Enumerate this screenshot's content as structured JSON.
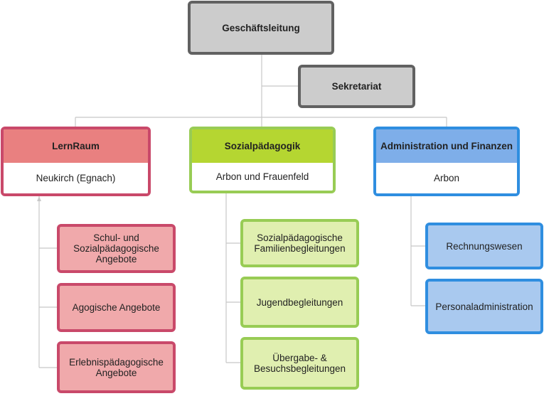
{
  "top": "Geschäftsleitung",
  "secretary": "Sekretariat",
  "departments": [
    {
      "title": "LernRaum",
      "location": "Neukirch (Egnach)",
      "units": [
        "Schul- und Sozialpädagogische Angebote",
        "Agogische Angebote",
        "Erlebnispädagogische Angebote"
      ]
    },
    {
      "title": "Sozialpädagogik",
      "location": "Arbon und Frauenfeld",
      "units": [
        "Sozialpädagogische Familienbegleitungen",
        "Jugendbegleitungen",
        "Übergabe- & Besuchsbegleitungen"
      ]
    },
    {
      "title": "Administration und Finanzen",
      "location": "Arbon",
      "units": [
        "Rechnungswesen",
        "Personaladministration"
      ]
    }
  ],
  "colors": {
    "grey_fill": "#cccccc",
    "grey_border": "#616161",
    "red_head": "#e98080",
    "red_border": "#c9496a",
    "red_sub": "#f0a9ab",
    "green_head": "#b5d631",
    "green_border": "#98cc55",
    "green_sub": "#e0efb0",
    "blue_head": "#7eaee9",
    "blue_border": "#2f8ee0",
    "blue_sub": "#a9c9ef"
  }
}
